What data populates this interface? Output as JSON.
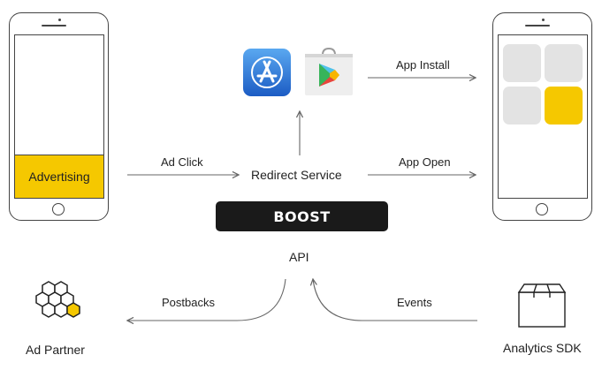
{
  "left_phone": {
    "banner_text": "Advertising"
  },
  "right_phone": {
    "tiles": [
      "gray",
      "gray",
      "gray",
      "yellow"
    ]
  },
  "store_icons": {
    "apple": "app-store-icon",
    "google": "google-play-icon"
  },
  "flow_labels": {
    "ad_click": "Ad Click",
    "redirect_service": "Redirect Service",
    "app_install": "App Install",
    "app_open": "App Open",
    "boost": "BOOST",
    "api": "API",
    "postbacks": "Postbacks",
    "events": "Events"
  },
  "nodes": {
    "ad_partner": "Ad Partner",
    "analytics_sdk": "Analytics SDK"
  },
  "colors": {
    "accent": "#f5c800",
    "boost_bg": "#1a1a1a",
    "tile_gray": "#e3e3e3",
    "line": "#666666"
  }
}
